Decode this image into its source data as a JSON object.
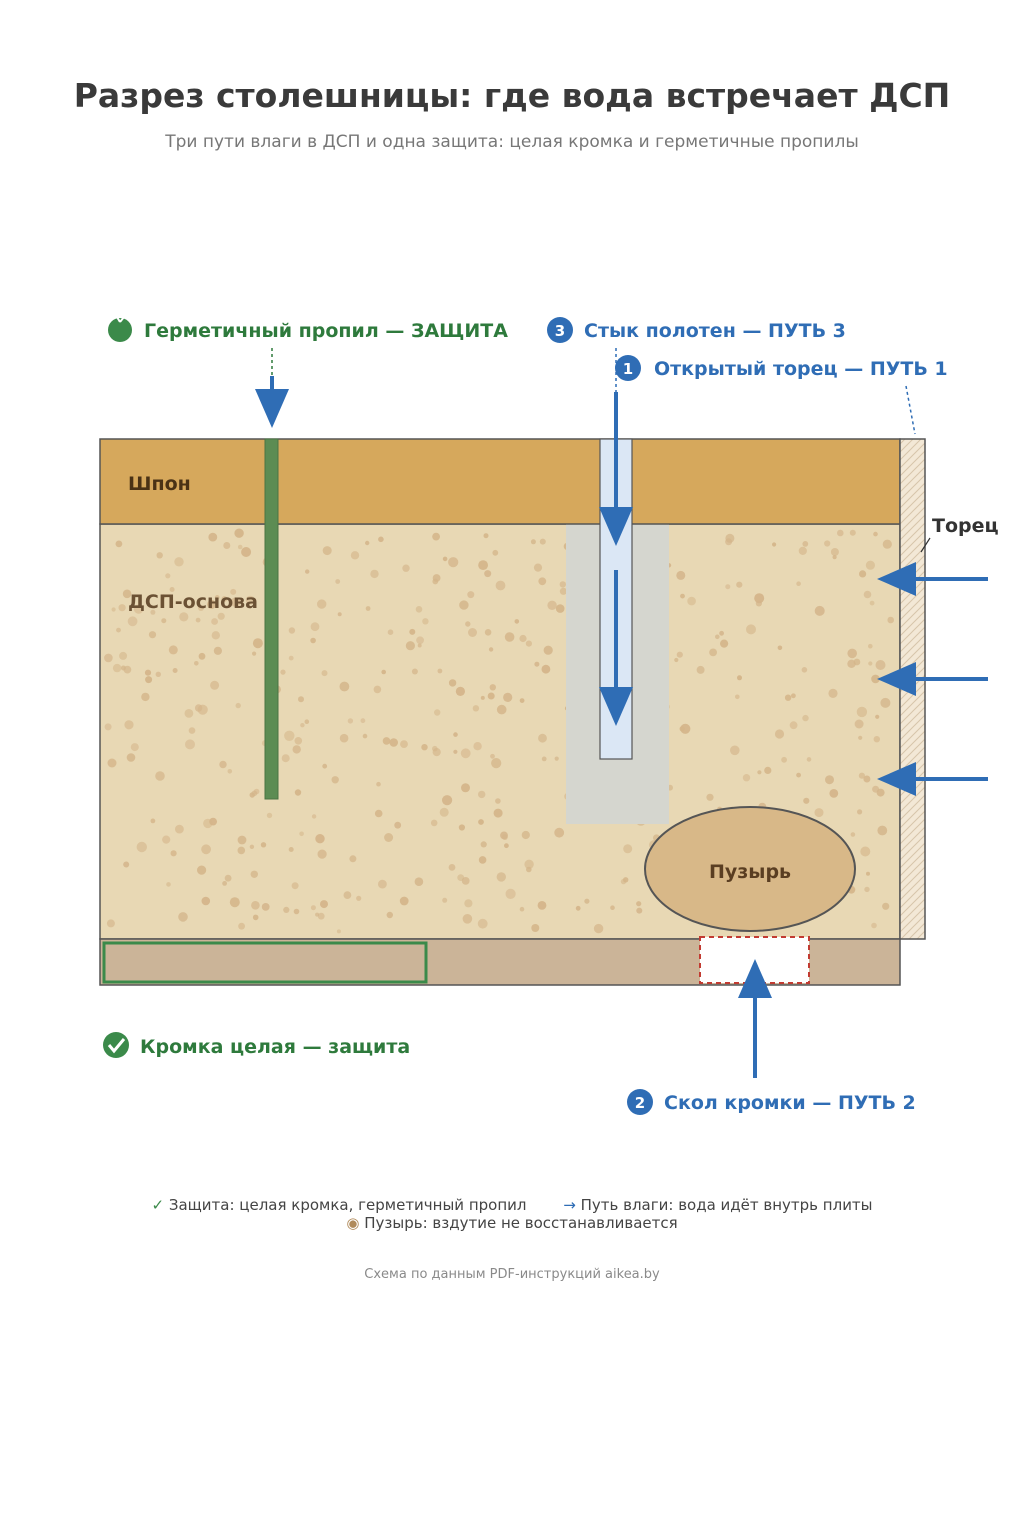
{
  "title": "Разрез столешницы: где вода встречает ДСП",
  "subtitle": "Три пути влаги в ДСП и одна защита: целая кромка и герметичные пропилы",
  "layers": {
    "veneer": "Шпон",
    "core": "ДСП-основа",
    "end_face": "Торец",
    "bubble": "Пузырь"
  },
  "callouts": {
    "sealed_cut": "Герметичный пропил — ЗАЩИТА",
    "joint": {
      "num": "3",
      "text": "Стык полотен — ПУТЬ 3"
    },
    "open_end": {
      "num": "1",
      "text": "Открытый торец — ПУТЬ 1"
    },
    "chipped_edge": {
      "num": "2",
      "text": "Скол кромки — ПУТЬ 2"
    },
    "intact_edge": "Кромка целая — защита"
  },
  "legend": {
    "protection": {
      "symbol": "✓",
      "text": "Защита: целая кромка, герметичный пропил"
    },
    "moisture": {
      "symbol": "→",
      "text": "Путь влаги: вода идёт внутрь плиты"
    },
    "bubble": {
      "symbol": "◉",
      "text": "Пузырь: вздутие не восстанавливается"
    }
  },
  "footer": "Схема по данным PDF-инструкций aikea.by",
  "colors": {
    "veneer": "#d6a85c",
    "core": "#e8d8b4",
    "edge": "#cbb498",
    "protection": "#3b8a4a",
    "moisture": "#2f6db5",
    "chip": "#c23b32",
    "bubble": "#d8b888"
  }
}
